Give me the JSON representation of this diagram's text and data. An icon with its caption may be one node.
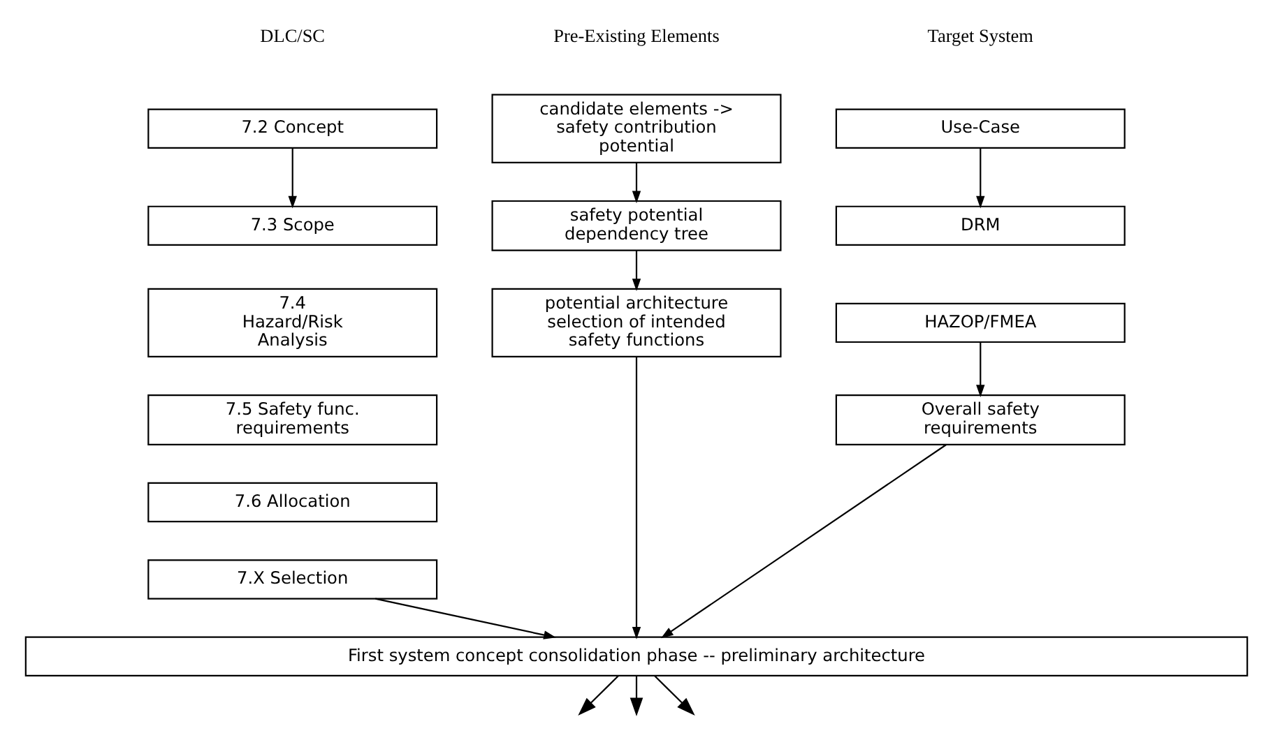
{
  "diagram": {
    "nodes": [
      {
        "text": [
          "Use-Case"
        ]
      },
      {
        "text": [
          "DRM"
        ]
      },
      {
        "text": [
          "HAZOP/FMEA"
        ]
      },
      {
        "text": [
          "Overall safety requirements"
        ]
      },
      {
        "text": [
          "7.2 Concept"
        ]
      },
      {
        "text": [
          "7.3 Scope"
        ]
      },
      {
        "text": [
          "7.4 Hazard/Risk Analysis"
        ]
      },
      {
        "text": [
          "7.5 Safety func. requirements"
        ]
      },
      {
        "text": [
          "7.6 Allocation"
        ]
      },
      {
        "text": [
          "7.X Selection"
        ]
      },
      {
        "text": [
          "candidate elements -> safety contribution potential"
        ]
      },
      {
        "text": [
          "safety potential dependency tree"
        ]
      },
      {
        "text": [
          "potential architecture selection of intended safety functions"
        ]
      },
      {
        "text": [
          "First system concept consolidation phase -- preliminary architecture"
        ]
      }
    ],
    "edges": [
      {
        "from": 0,
        "to": 1,
        "arrow": "to"
      },
      {
        "from": 2,
        "to": 3,
        "arrow": "to"
      },
      {
        "from": 4,
        "to": 5,
        "arrow": "to"
      },
      {
        "from": 10,
        "to": 11,
        "arrow": "to"
      },
      {
        "from": 11,
        "to": 12,
        "arrow": "to"
      },
      {
        "from": 3,
        "to": 13,
        "arrow": "to"
      },
      {
        "from": 9,
        "to": 13,
        "arrow": "to"
      },
      {
        "from": 12,
        "to": 13,
        "arrow": "to"
      },
      {
        "from": 13,
        "to": null,
        "arrow": "to"
      },
      {
        "from": 13,
        "to": null,
        "arrow": "to"
      },
      {
        "from": 13,
        "to": null,
        "arrow": "to"
      }
    ],
    "labels": [
      "Target System",
      "DLC/SC",
      "Pre-Existing Elements"
    ]
  }
}
